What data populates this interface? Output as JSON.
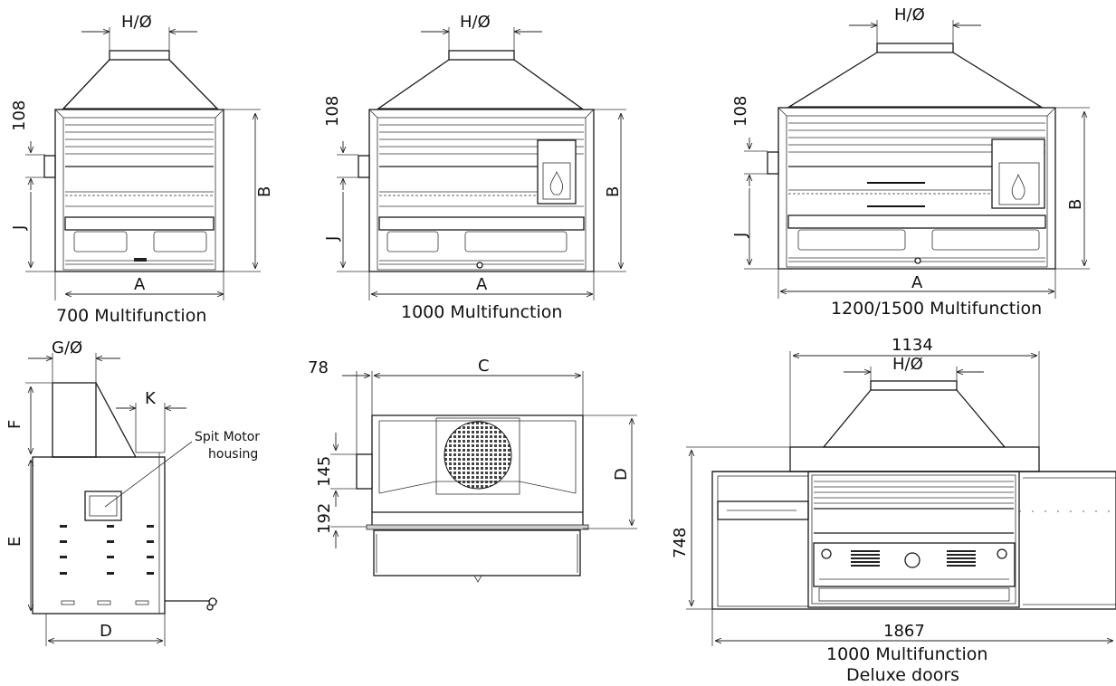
{
  "views": {
    "v700": {
      "caption": "700 Multifunction",
      "top_label": "H/Ø",
      "width_label": "A",
      "height_label": "B",
      "vert_label_1": "108",
      "vert_label_2": "J"
    },
    "v1000": {
      "caption": "1000 Multifunction",
      "top_label": "H/Ø",
      "width_label": "A",
      "height_label": "B",
      "vert_label_1": "108",
      "vert_label_2": "J"
    },
    "v1200": {
      "caption": "1200/1500 Multifunction",
      "top_label": "H/Ø",
      "width_label": "A",
      "height_label": "B",
      "vert_label_1": "108",
      "vert_label_2": "J"
    },
    "side": {
      "top_label": "G/Ø",
      "k_label": "K",
      "f_label": "F",
      "e_label": "E",
      "d_label": "D",
      "callout_line1": "Spit Motor",
      "callout_line2": "housing"
    },
    "plan": {
      "left_label": "78",
      "top_label": "C",
      "right_label": "D",
      "vert_label_1": "145",
      "vert_label_2": "192"
    },
    "deluxe": {
      "overall_top": "1134",
      "top_label": "H/Ø",
      "height_label": "748",
      "width_label": "1867",
      "caption_line1": "1000 Multifunction",
      "caption_line2": "Deluxe doors"
    }
  },
  "colors": {
    "line": "#1a1a1a",
    "background": "#ffffff",
    "fill": "#cfcfcf"
  }
}
